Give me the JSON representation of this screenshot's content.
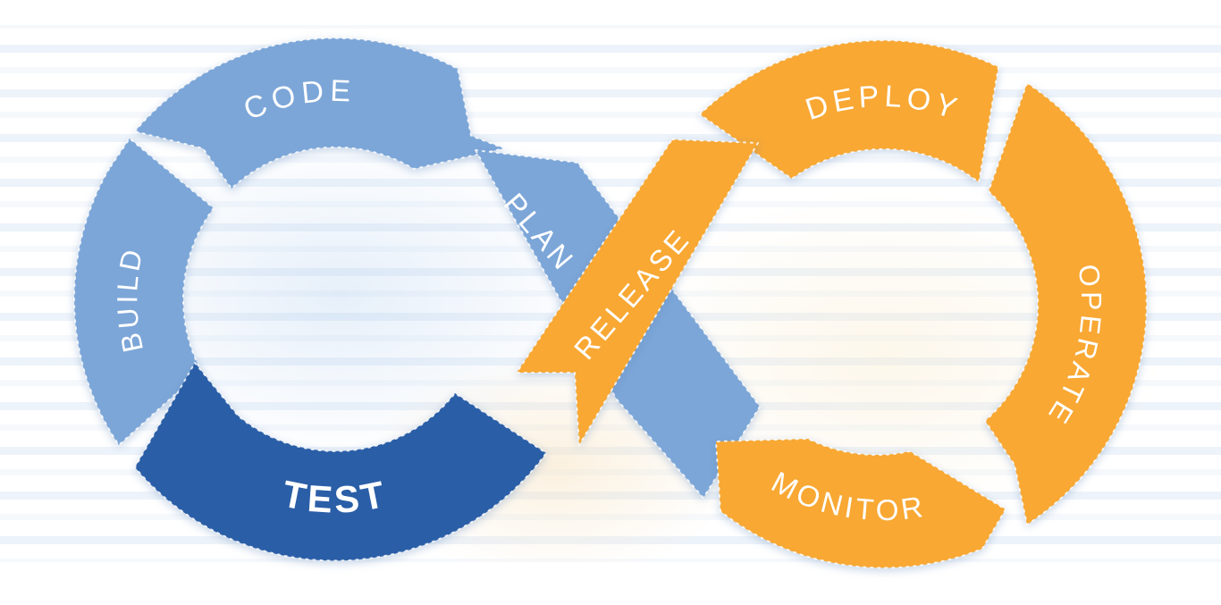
{
  "diagram": {
    "name": "devops-infinity-loop",
    "description": "DevOps lifecycle shown as two interlocking arrow loops forming an infinity symbol",
    "colors": {
      "light_blue": "#7CA6D8",
      "dark_blue": "#2A5EA7",
      "orange": "#F8A833",
      "label_text": "#FFFFFF",
      "background": "#FFFFFF"
    },
    "loops": {
      "left": {
        "side": "left",
        "color": "#7CA6D8",
        "stages": [
          "PLAN",
          "CODE",
          "BUILD",
          "TEST"
        ]
      },
      "right": {
        "side": "right",
        "color": "#F8A833",
        "stages": [
          "RELEASE",
          "DEPLOY",
          "OPERATE",
          "MONITOR"
        ]
      }
    },
    "stages": [
      {
        "id": "plan",
        "label": "PLAN",
        "loop": "left",
        "color": "#7CA6D8",
        "position": "diagonal band from upper left loop down through center"
      },
      {
        "id": "code",
        "label": "CODE",
        "loop": "left",
        "color": "#7CA6D8",
        "position": "top of left loop"
      },
      {
        "id": "build",
        "label": "BUILD",
        "loop": "left",
        "color": "#7CA6D8",
        "position": "left side of left loop"
      },
      {
        "id": "test",
        "label": "TEST",
        "loop": "left",
        "color": "#2A5EA7",
        "position": "bottom of left loop"
      },
      {
        "id": "release",
        "label": "RELEASE",
        "loop": "right",
        "color": "#F8A833",
        "position": "diagonal band rising through center crossing"
      },
      {
        "id": "deploy",
        "label": "DEPLOY",
        "loop": "right",
        "color": "#F8A833",
        "position": "top of right loop"
      },
      {
        "id": "operate",
        "label": "OPERATE",
        "loop": "right",
        "color": "#F8A833",
        "position": "right side of right loop"
      },
      {
        "id": "monitor",
        "label": "MONITOR",
        "loop": "right",
        "color": "#F8A833",
        "position": "bottom of right loop"
      }
    ]
  }
}
